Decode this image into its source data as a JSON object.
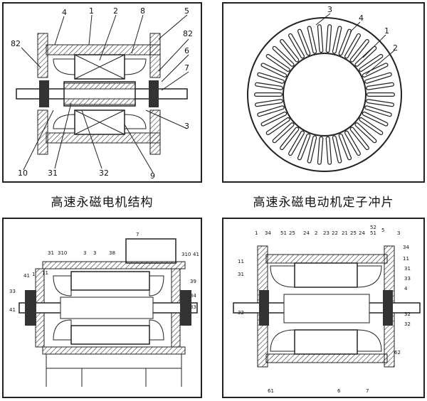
{
  "captions": {
    "top_left": "高速永磁电机结构",
    "top_right": "高速永磁电动机定子冲片"
  },
  "top_left_labels": [
    "4",
    "1",
    "2",
    "8",
    "5",
    "82",
    "82",
    "6",
    "7",
    "3",
    "10",
    "31",
    "32",
    "9"
  ],
  "top_right_labels": [
    "3",
    "4",
    "1",
    "2"
  ],
  "bottom_left_labels": [
    "7",
    "31",
    "310",
    "3",
    "3",
    "38",
    "310",
    "41",
    "41",
    "1",
    "11",
    "33",
    "39",
    "34",
    "33",
    "41"
  ],
  "bottom_right_labels": [
    "1",
    "34",
    "51",
    "25",
    "24",
    "2",
    "23",
    "22",
    "21",
    "25",
    "24",
    "52",
    "51",
    "5",
    "3",
    "34",
    "11",
    "31",
    "33",
    "32",
    "11",
    "4",
    "31",
    "32",
    "32",
    "6",
    "7",
    "61",
    "62"
  ]
}
